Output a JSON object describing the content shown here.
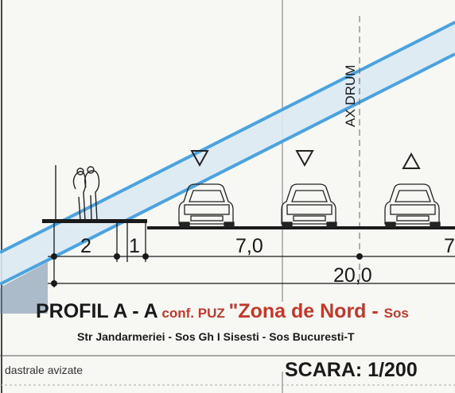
{
  "axis_label": "AX DRUM",
  "lane_markers": [
    "down-triangle",
    "down-triangle",
    "up-triangle"
  ],
  "dimensions": {
    "sidewalk": "2",
    "verge": "1",
    "carriageway": "7,0",
    "carriageway_cut": "7",
    "total": "20,0"
  },
  "title": {
    "main": "PROFIL A - A",
    "conf": " conf. PUZ ",
    "quote": "\"Zona de Nord - ",
    "tail": "Sos"
  },
  "subtitle": "Str Jandarmeriei - Sos Gh I Sisesti - Sos Bucuresti-T",
  "note_left": "dastrale avizate",
  "scale_label": "SCARA: 1/200",
  "colors": {
    "band": "#4aa3df",
    "band_fill": "#dce9f2",
    "title_red": "#c0392b",
    "line": "#1a1a1a"
  },
  "icons": [
    "pedestrians-icon",
    "car-icon",
    "car-icon",
    "car-icon"
  ]
}
